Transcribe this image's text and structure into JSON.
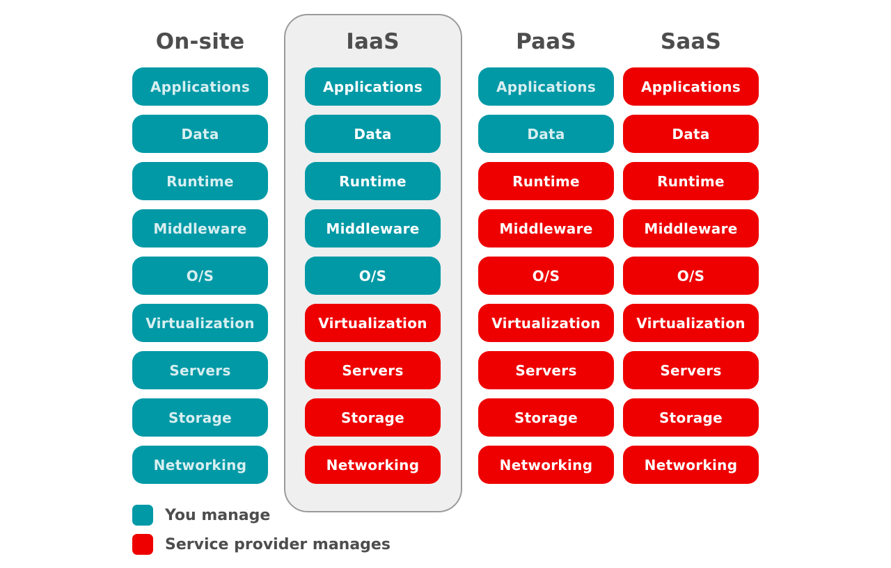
{
  "colors": {
    "you_manage": "#0199a6",
    "provider_manages": "#ee0000",
    "title_text": "#4d4d4d",
    "highlight_bg": "#efefef",
    "highlight_border": "#9a9a9a"
  },
  "columns": [
    {
      "id": "on-site",
      "title": "On-site",
      "cells": [
        {
          "label": "Applications",
          "manager": "you"
        },
        {
          "label": "Data",
          "manager": "you"
        },
        {
          "label": "Runtime",
          "manager": "you"
        },
        {
          "label": "Middleware",
          "manager": "you"
        },
        {
          "label": "O/S",
          "manager": "you"
        },
        {
          "label": "Virtualization",
          "manager": "you"
        },
        {
          "label": "Servers",
          "manager": "you"
        },
        {
          "label": "Storage",
          "manager": "you"
        },
        {
          "label": "Networking",
          "manager": "you"
        }
      ]
    },
    {
      "id": "iaas",
      "title": "IaaS",
      "highlighted": true,
      "cells": [
        {
          "label": "Applications",
          "manager": "you"
        },
        {
          "label": "Data",
          "manager": "you"
        },
        {
          "label": "Runtime",
          "manager": "you"
        },
        {
          "label": "Middleware",
          "manager": "you"
        },
        {
          "label": "O/S",
          "manager": "you"
        },
        {
          "label": "Virtualization",
          "manager": "provider"
        },
        {
          "label": "Servers",
          "manager": "provider"
        },
        {
          "label": "Storage",
          "manager": "provider"
        },
        {
          "label": "Networking",
          "manager": "provider"
        }
      ]
    },
    {
      "id": "paas",
      "title": "PaaS",
      "cells": [
        {
          "label": "Applications",
          "manager": "you"
        },
        {
          "label": "Data",
          "manager": "you"
        },
        {
          "label": "Runtime",
          "manager": "provider"
        },
        {
          "label": "Middleware",
          "manager": "provider"
        },
        {
          "label": "O/S",
          "manager": "provider"
        },
        {
          "label": "Virtualization",
          "manager": "provider"
        },
        {
          "label": "Servers",
          "manager": "provider"
        },
        {
          "label": "Storage",
          "manager": "provider"
        },
        {
          "label": "Networking",
          "manager": "provider"
        }
      ]
    },
    {
      "id": "saas",
      "title": "SaaS",
      "cells": [
        {
          "label": "Applications",
          "manager": "provider"
        },
        {
          "label": "Data",
          "manager": "provider"
        },
        {
          "label": "Runtime",
          "manager": "provider"
        },
        {
          "label": "Middleware",
          "manager": "provider"
        },
        {
          "label": "O/S",
          "manager": "provider"
        },
        {
          "label": "Virtualization",
          "manager": "provider"
        },
        {
          "label": "Servers",
          "manager": "provider"
        },
        {
          "label": "Storage",
          "manager": "provider"
        },
        {
          "label": "Networking",
          "manager": "provider"
        }
      ]
    }
  ],
  "legend": {
    "you_manage": "You manage",
    "provider_manages": "Service provider manages"
  }
}
